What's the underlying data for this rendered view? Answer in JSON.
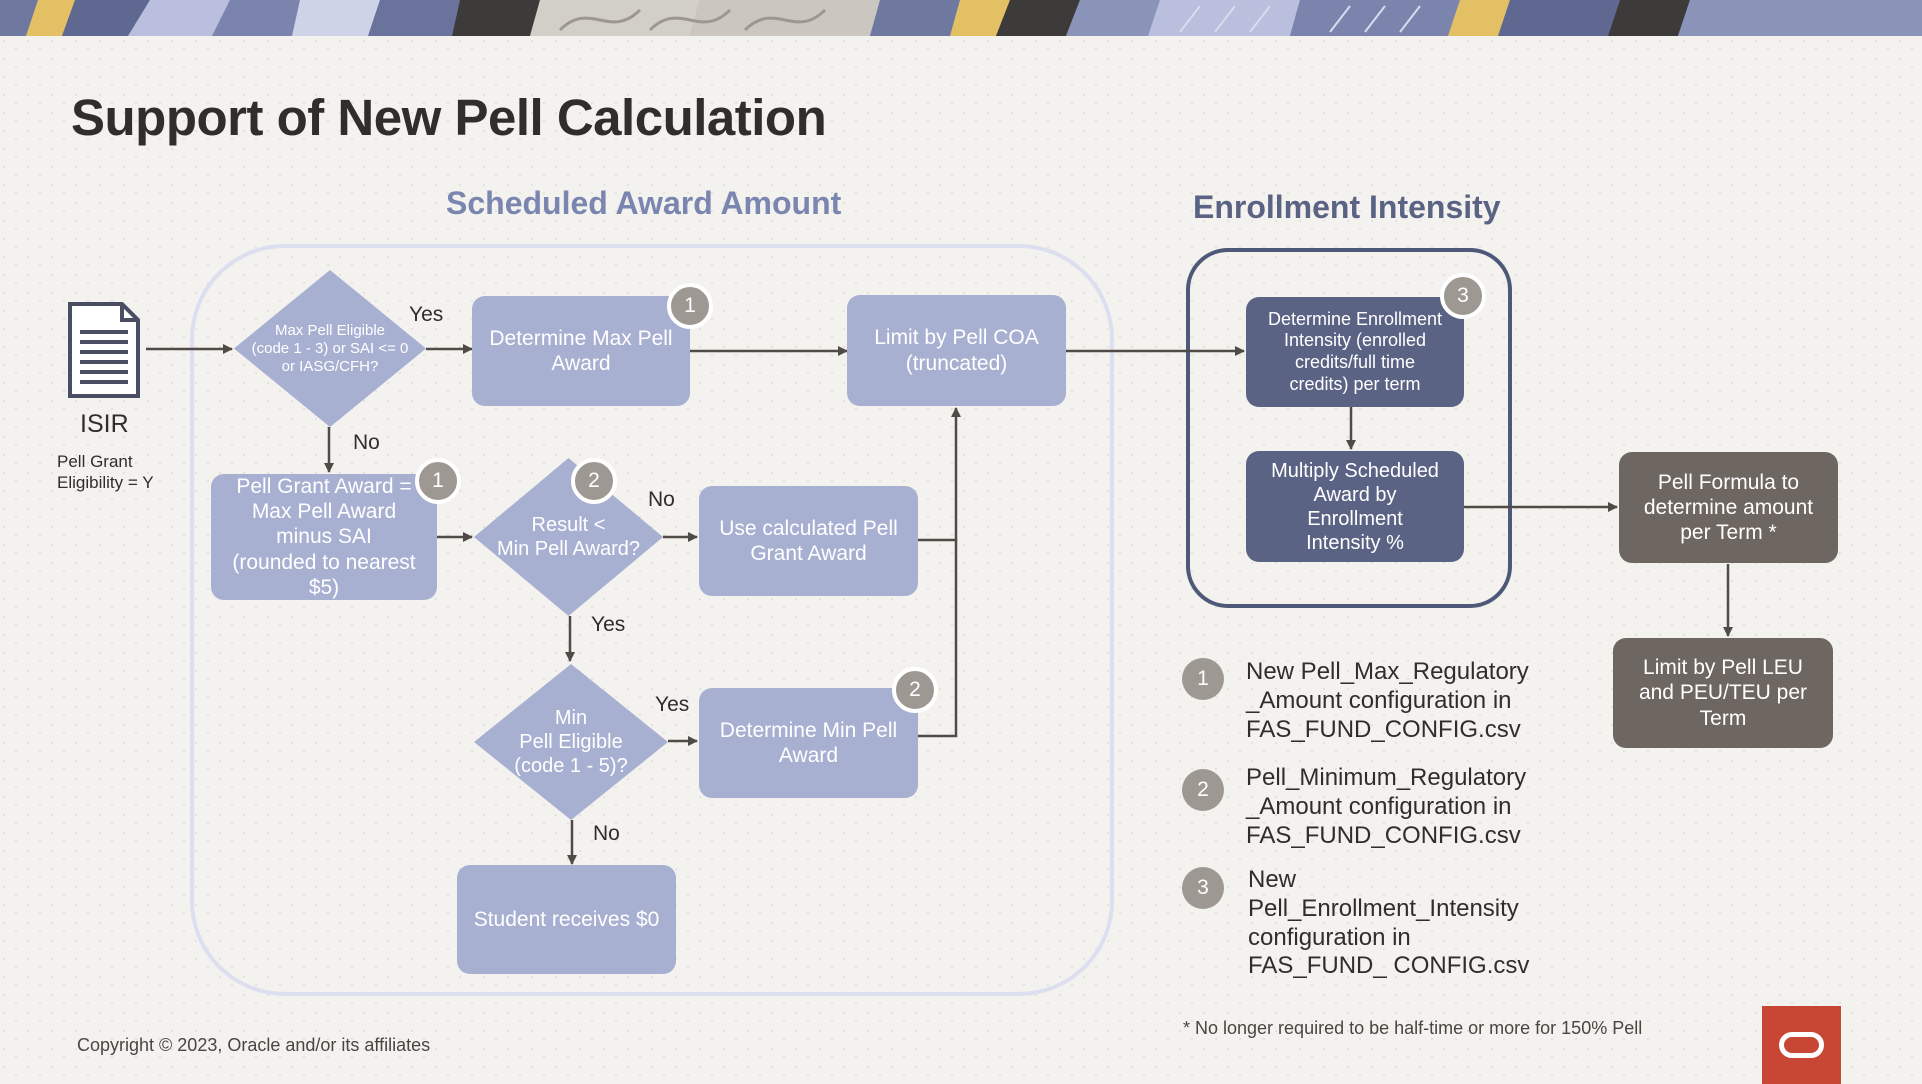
{
  "title": "Support of New Pell Calculation",
  "sections": {
    "scheduled": "Scheduled Award Amount",
    "enrollment": "Enrollment Intensity"
  },
  "isir": {
    "label": "ISIR",
    "note": "Pell Grant\nEligibility = Y"
  },
  "nodes": {
    "max_pell_eligible": "Max Pell Eligible\n(code 1 - 3) or SAI <= 0\nor IASG/CFH?",
    "determine_max_pell": "Determine Max Pell\nAward",
    "limit_pell_coa": "Limit by Pell COA\n(truncated)",
    "pell_grant_award": "Pell Grant Award =\nMax Pell Award\nminus SAI\n(rounded to nearest\n$5)",
    "result_min": "Result <\nMin Pell Award?",
    "use_calculated": "Use calculated Pell\nGrant Award",
    "min_pell_eligible": "Min\nPell Eligible\n(code 1 - 5)?",
    "determine_min_pell": "Determine Min Pell\nAward",
    "student_zero": "Student receives $0",
    "determine_enrollment": "Determine Enrollment\nIntensity (enrolled\ncredits/full time\ncredits) per term",
    "multiply_scheduled": "Multiply Scheduled\nAward by\nEnrollment\nIntensity %",
    "pell_formula": "Pell Formula to\ndetermine amount\nper Term *",
    "limit_pell_leu": "Limit by Pell LEU\nand PEU/TEU per\nTerm"
  },
  "edge_labels": {
    "yes": "Yes",
    "no": "No"
  },
  "badges": {
    "one": "1",
    "two": "2",
    "three": "3"
  },
  "legend": [
    {
      "number": "1",
      "text": "New Pell_Max_Regulatory\n_Amount configuration in\nFAS_FUND_CONFIG.csv"
    },
    {
      "number": "2",
      "text": "Pell_Minimum_Regulatory\n_Amount configuration in\nFAS_FUND_CONFIG.csv"
    },
    {
      "number": "3",
      "text": "New\nPell_Enrollment_Intensity\nconfiguration in\nFAS_FUND_ CONFIG.csv"
    }
  ],
  "footnote": "* No longer required to be half-time or more for 150% Pell",
  "copyright": "Copyright © 2023, Oracle and/or its affiliates",
  "colors": {
    "light_box": "#a8b0d2",
    "dark_box": "#5b6385",
    "brown_box": "#6e6660",
    "badge": "#9e9892",
    "brand_red": "#c74634",
    "title_blue": "#7a86b0"
  },
  "icons": {
    "isir": "document-icon",
    "brand": "oracle-logo-icon"
  }
}
